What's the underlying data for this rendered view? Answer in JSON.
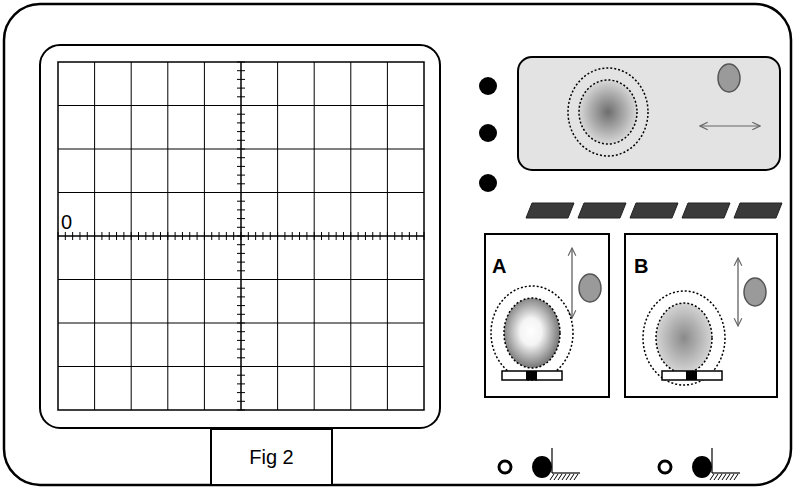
{
  "diagram": {
    "nodes": [
      {
        "text": [
          "A"
        ]
      },
      {
        "text": [
          "B"
        ]
      },
      {
        "text": [
          "Fig 2"
        ]
      }
    ],
    "labels": [
      "0"
    ]
  }
}
